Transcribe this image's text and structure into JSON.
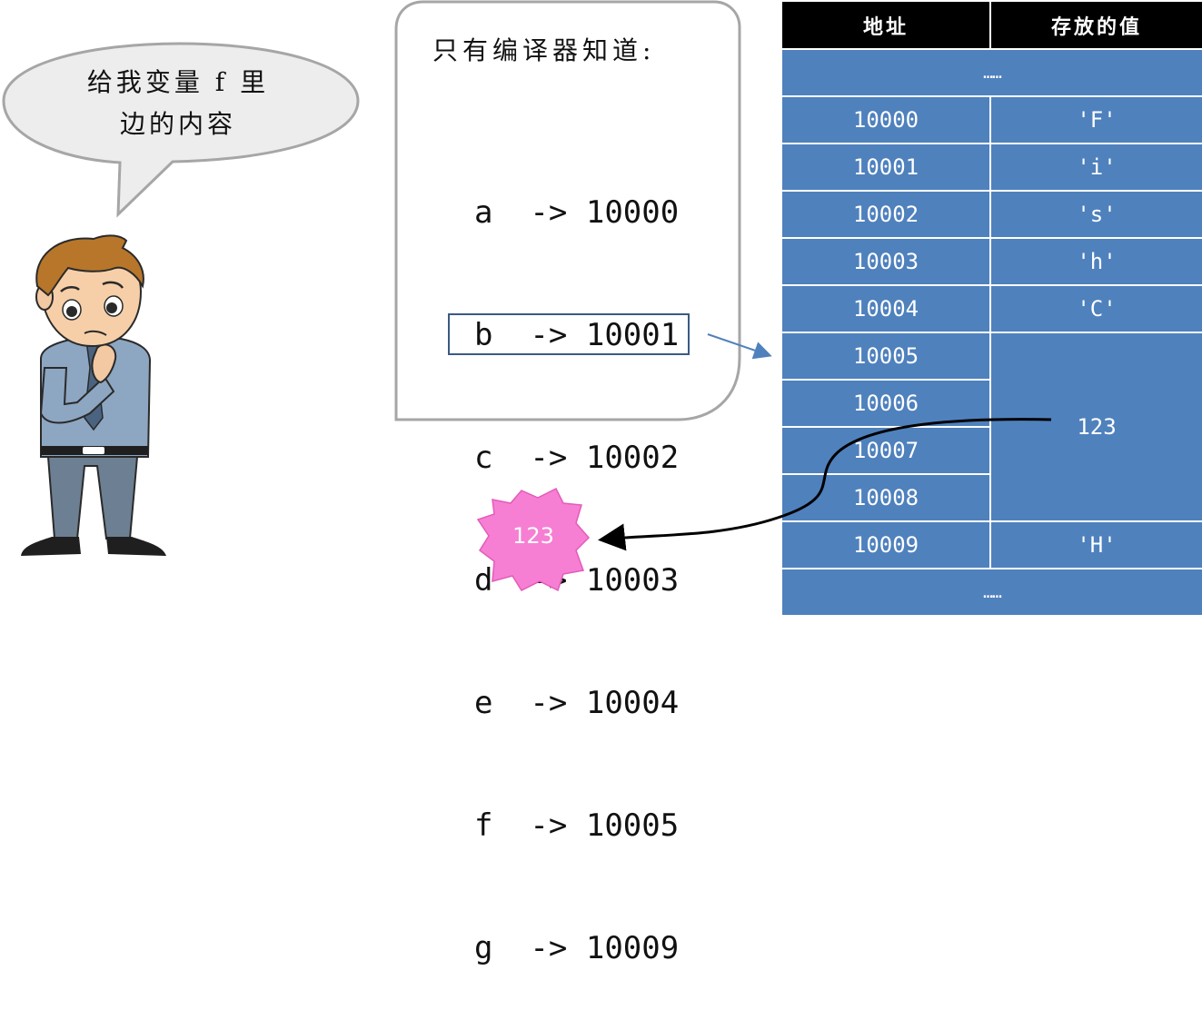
{
  "speech": {
    "line1": "给我变量 f 里",
    "line2": "边的内容"
  },
  "compiler": {
    "title": "只有编译器知道:",
    "mappings": [
      {
        "var": "a",
        "addr": "10000"
      },
      {
        "var": "b",
        "addr": "10001"
      },
      {
        "var": "c",
        "addr": "10002"
      },
      {
        "var": "d",
        "addr": "10003"
      },
      {
        "var": "e",
        "addr": "10004"
      },
      {
        "var": "f",
        "addr": "10005"
      },
      {
        "var": "g",
        "addr": "10009"
      }
    ]
  },
  "memory_table": {
    "header_address": "地址",
    "header_value": "存放的值",
    "top_ellipsis": "……",
    "bottom_ellipsis": "……",
    "rows": [
      {
        "address": "10000",
        "value": "'F'"
      },
      {
        "address": "10001",
        "value": "'i'"
      },
      {
        "address": "10002",
        "value": "'s'"
      },
      {
        "address": "10003",
        "value": "'h'"
      },
      {
        "address": "10004",
        "value": "'C'"
      },
      {
        "address": "10005",
        "value": "123"
      },
      {
        "address": "10006"
      },
      {
        "address": "10007"
      },
      {
        "address": "10008"
      },
      {
        "address": "10009",
        "value": "'H'"
      }
    ]
  },
  "result_blob": {
    "value": "123"
  },
  "colors": {
    "table_cell": "#4f81bd",
    "table_header": "#000000",
    "blob": "#f67fd3",
    "highlight": "#3a5a83",
    "arrow": "#4f81bd"
  }
}
